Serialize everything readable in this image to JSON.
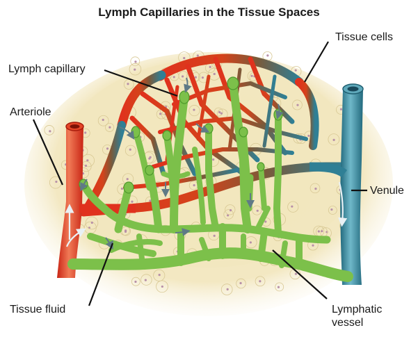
{
  "title": "Lymph Capillaries in the Tissue Spaces",
  "labels": {
    "tissue_cells": "Tissue cells",
    "lymph_capillary": "Lymph capillary",
    "arteriole": "Arteriole",
    "venule": "Venule",
    "tissue_fluid": "Tissue fluid",
    "lymphatic_vessel_line1": "Lymphatic",
    "lymphatic_vessel_line2": "vessel"
  },
  "colors": {
    "artery_red": "#e0311d",
    "artery_light": "#f0825c",
    "vein_teal": "#2f7f95",
    "vein_light": "#7cc0cf",
    "lymph_green": "#7cc04a",
    "lymph_dark": "#4e9a2c",
    "tissue_bg": "#f1e7bd",
    "cell_outline": "#d8c894",
    "nucleus": "#b891a8",
    "flow_arrow": "#5f7a86"
  }
}
